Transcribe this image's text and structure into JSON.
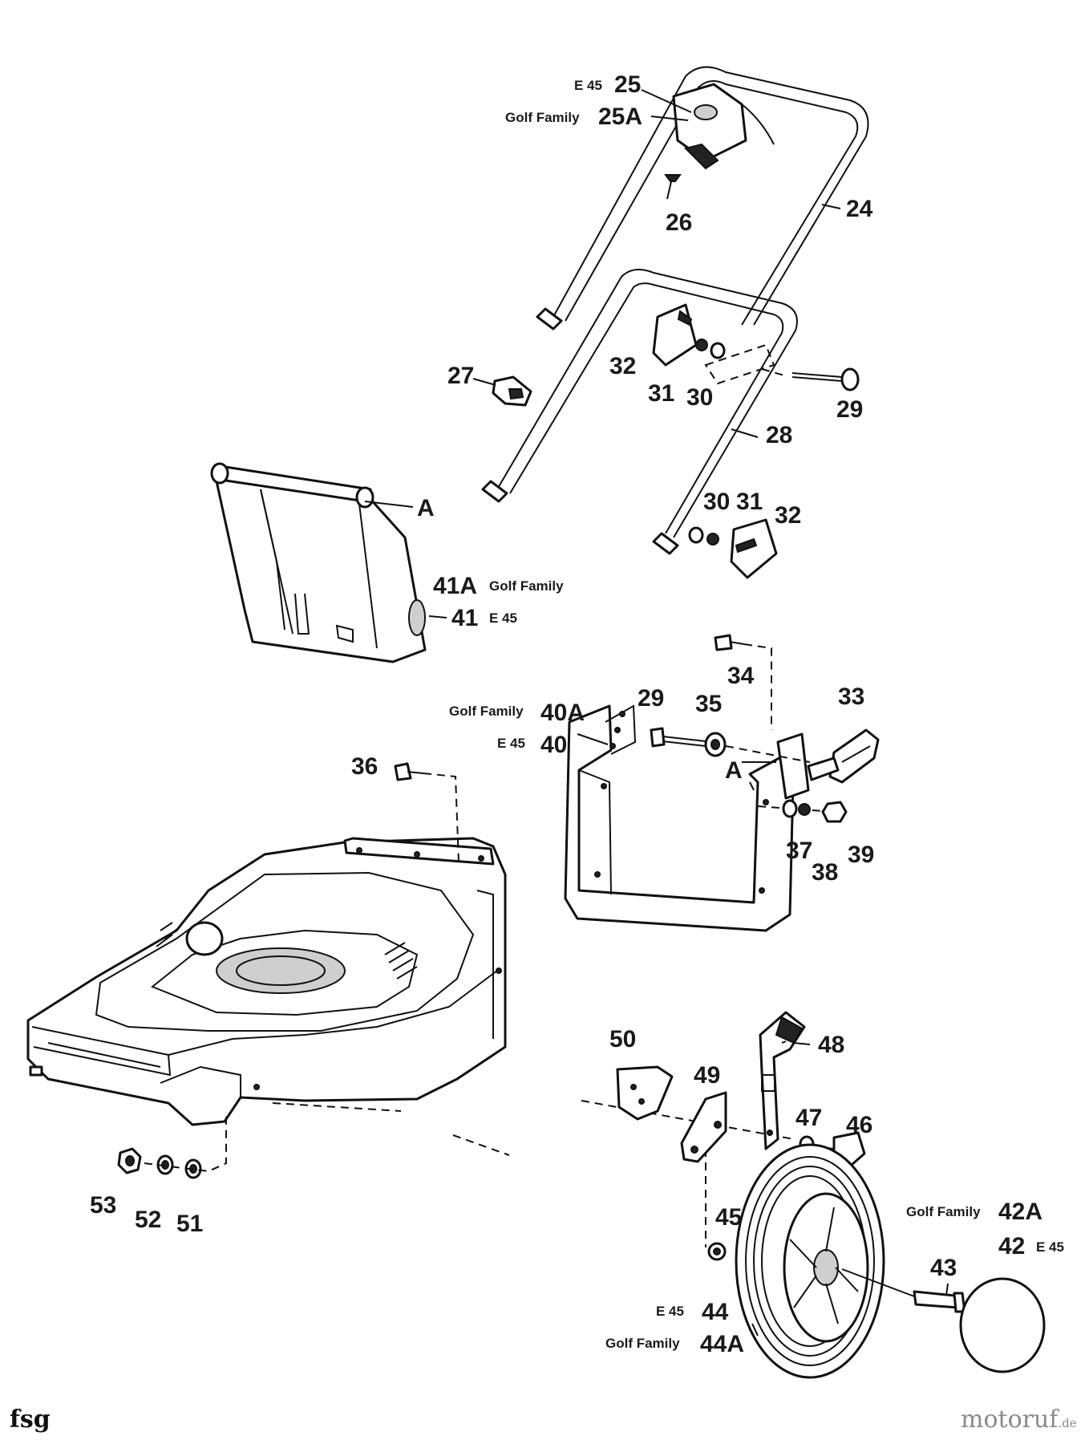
{
  "labels": {
    "p25": "25",
    "p25_variant": "E 45",
    "p25a": "25A",
    "p25a_variant": "Golf Family",
    "p24": "24",
    "p26": "26",
    "p27": "27",
    "p28": "28",
    "p29": "29",
    "p30": "30",
    "p31": "31",
    "p32": "32",
    "p30b": "30",
    "p31b": "31",
    "p32b": "32",
    "pA1": "A",
    "p41a": "41A",
    "p41a_variant": "Golf Family",
    "p41": "41",
    "p41_variant": "E 45",
    "p34": "34",
    "p33": "33",
    "p29b": "29",
    "p35": "35",
    "p40a": "40A",
    "p40a_variant": "Golf Family",
    "p40": "40",
    "p40_variant": "E 45",
    "pA2": "A",
    "p36": "36",
    "p37": "37",
    "p38": "38",
    "p39": "39",
    "p50": "50",
    "p48": "48",
    "p49": "49",
    "p47": "47",
    "p46": "46",
    "p53": "53",
    "p52": "52",
    "p51": "51",
    "p45": "45",
    "p42a": "42A",
    "p42a_variant": "Golf Family",
    "p42": "42",
    "p42_variant": "E 45",
    "p43": "43",
    "p44": "44",
    "p44_variant": "E 45",
    "p44a": "44A",
    "p44a_variant": "Golf Family"
  },
  "footer": {
    "code": "fsg",
    "brand": "motoruf",
    "tld": ".de"
  }
}
